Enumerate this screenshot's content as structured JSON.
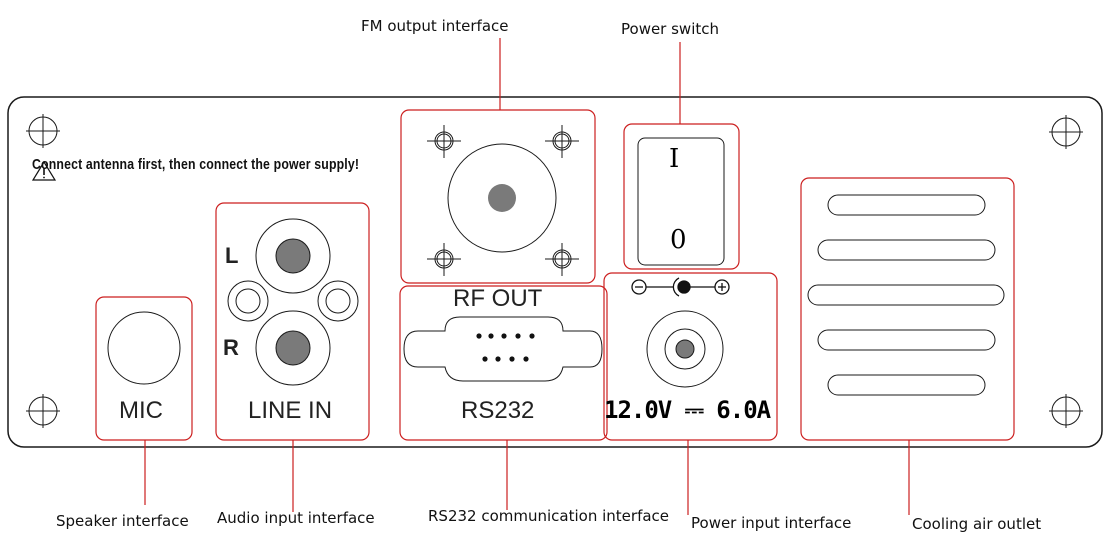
{
  "panel": {
    "warning_icon": "warning-triangle-icon",
    "warning_text": "Connect antenna first, then connect the power supply!"
  },
  "ports": {
    "mic": {
      "label": "MIC"
    },
    "line_in": {
      "label": "LINE IN",
      "left_label": "L",
      "right_label": "R"
    },
    "rf_out": {
      "label": "RF OUT"
    },
    "rs232": {
      "label": "RS232"
    },
    "power_switch": {
      "on_label": "I",
      "off_label": "0"
    },
    "power_input": {
      "rating": "12.0V ⎓ 6.0A",
      "polarity_minus": "⊖",
      "polarity_plus": "⊕"
    }
  },
  "callouts": {
    "fm_output": "FM output interface",
    "power_switch": "Power switch",
    "speaker": "Speaker interface",
    "audio_input": "Audio input interface",
    "rs232": "RS232 communication interface",
    "power_input": "Power input interface",
    "cooling": "Cooling air outlet"
  },
  "colors": {
    "callout_line": "#cc1f1f",
    "outline": "#1a1a1a",
    "pin_fill": "#7a7a7a"
  }
}
